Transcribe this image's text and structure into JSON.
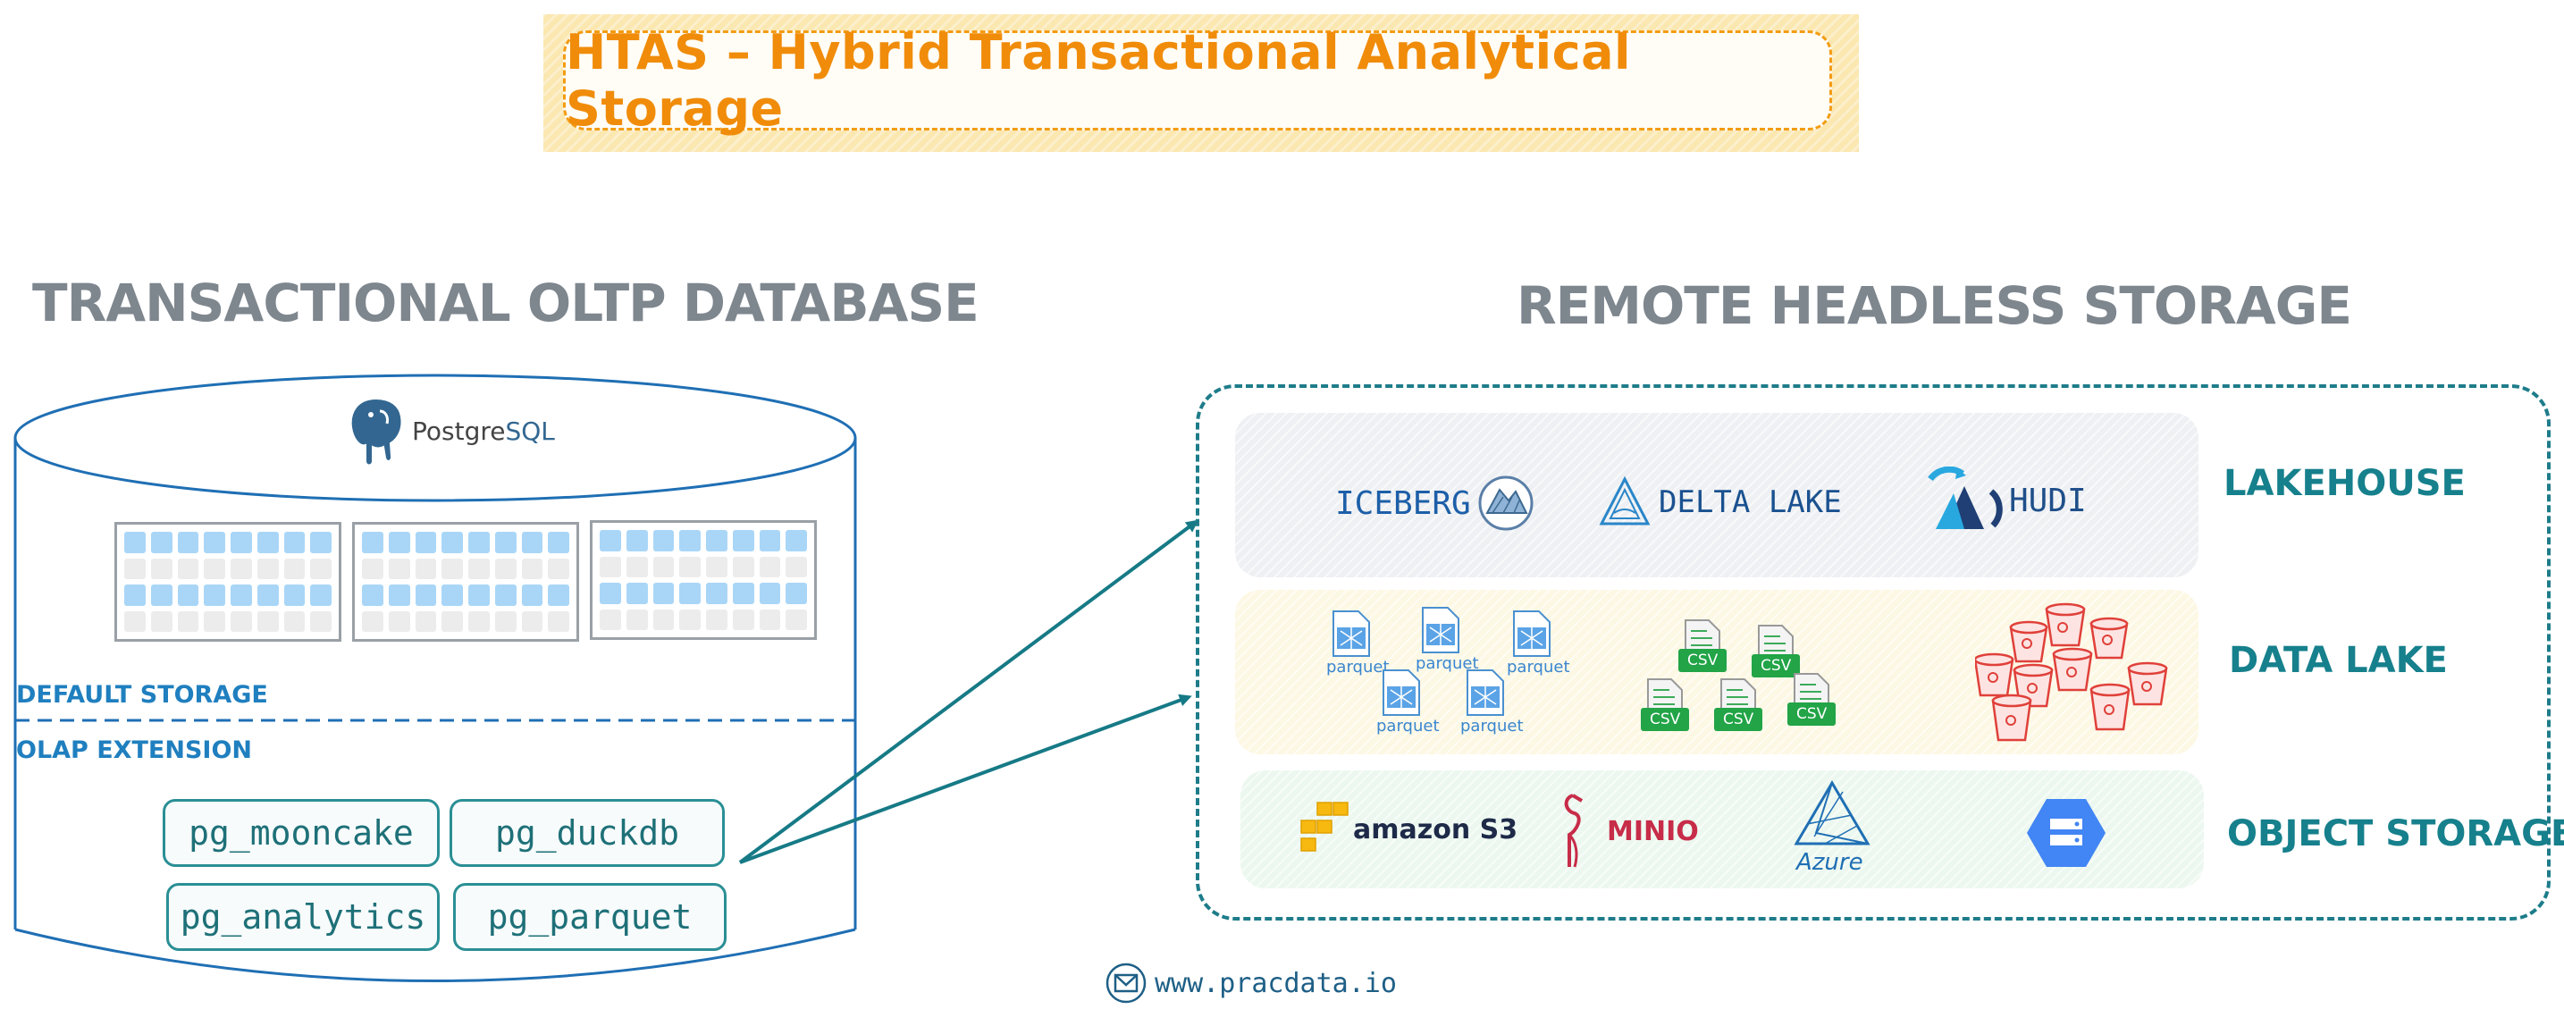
{
  "title": "HTAS – Hybrid Transactional Analytical Storage",
  "left": {
    "heading": "TRANSACTIONAL OLTP DATABASE",
    "postgres_logo": {
      "text_a": "Postgre",
      "text_b": "SQL"
    },
    "default_storage": "DEFAULT STORAGE",
    "olap_extension": "OLAP EXTENSION",
    "extensions": [
      "pg_mooncake",
      "pg_duckdb",
      "pg_analytics",
      "pg_parquet"
    ]
  },
  "right": {
    "heading": "REMOTE HEADLESS STORAGE",
    "layers": {
      "lakehouse": {
        "label": "LAKEHOUSE",
        "items": [
          "ICEBERG",
          "DELTA LAKE",
          "HUDI"
        ]
      },
      "datalake": {
        "label": "DATA LAKE",
        "parquet": "parquet",
        "csv": "CSV"
      },
      "object": {
        "label": "OBJECT STORAGE",
        "items": [
          "amazon S3",
          "MINIO",
          "Azure"
        ]
      }
    }
  },
  "footer": "www.pracdata.io",
  "colors": {
    "accent_orange": "#f08c0a",
    "teal": "#16808c",
    "blue": "#1f7fbf",
    "heading_grey": "#7e868e"
  },
  "icons": [
    "postgres-elephant-icon",
    "iceberg-icon",
    "delta-lake-icon",
    "hudi-icon",
    "parquet-file-icon",
    "csv-file-icon",
    "bucket-icon",
    "aws-cubes-icon",
    "minio-bird-icon",
    "azure-icon",
    "gcs-icon",
    "mail-icon"
  ]
}
